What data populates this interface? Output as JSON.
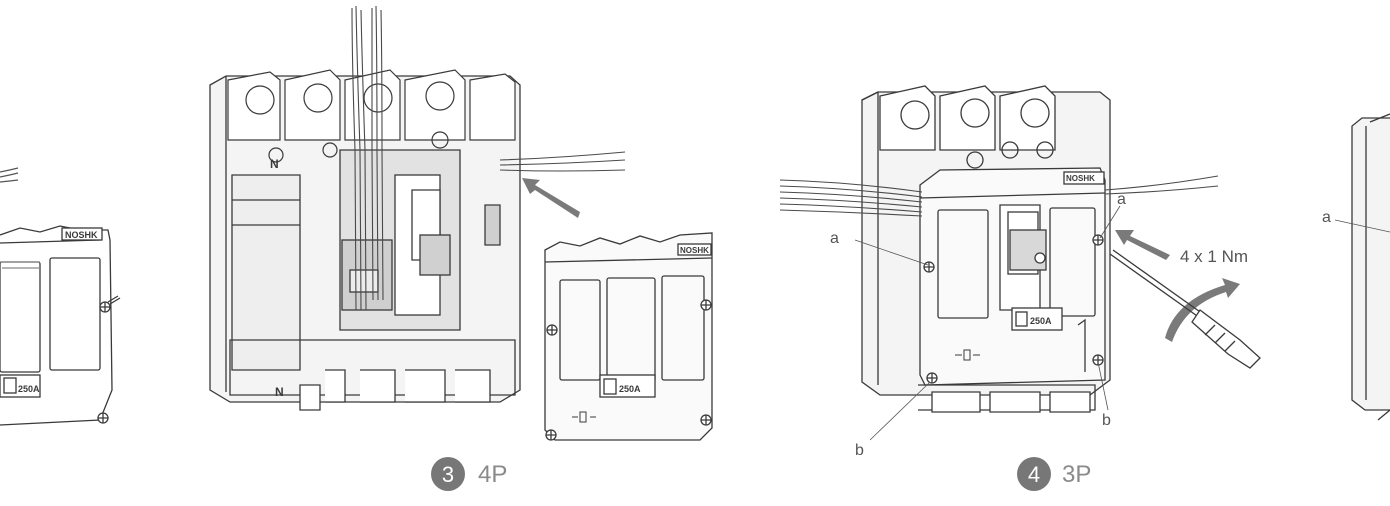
{
  "colors": {
    "line": "#3a3a3a",
    "arrow": "#7a7a7a",
    "badge": "#777777",
    "caption": "#8a8a8a",
    "shade": "#cfcfcf",
    "light": "#ececec"
  },
  "partial_left": {
    "brand": "NOSHK",
    "rating": "250A"
  },
  "step3": {
    "number": "3",
    "poles": "4P",
    "neutral_top": "N",
    "neutral_bottom": "N",
    "cover_brand": "NOSHK",
    "cover_rating": "250A"
  },
  "step4": {
    "number": "4",
    "poles": "3P",
    "brand": "NOSHK",
    "rating": "250A",
    "torque": "4 x 1 Nm",
    "label_a_left": "a",
    "label_a_right": "a",
    "label_b_left": "b",
    "label_b_right": "b"
  },
  "partial_right": {
    "label_a": "a"
  }
}
